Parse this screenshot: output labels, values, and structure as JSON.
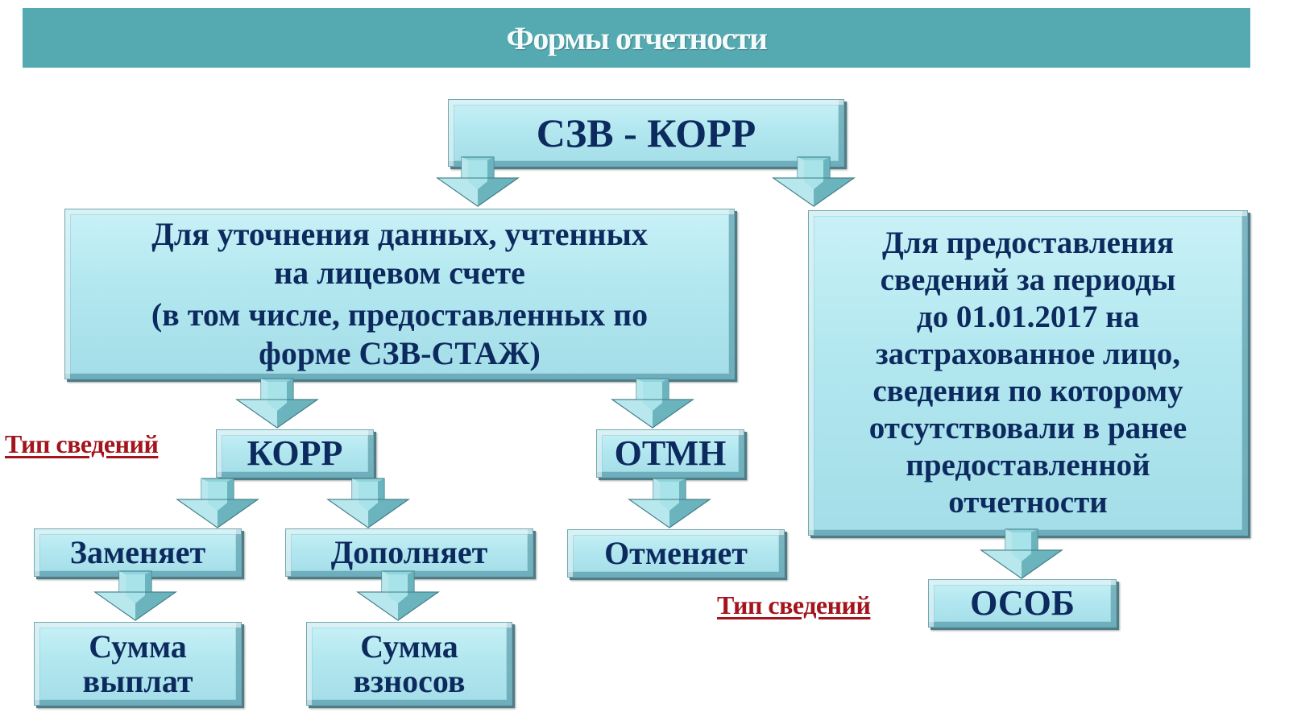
{
  "header": {
    "title": "Формы отчетности"
  },
  "diagram": {
    "root": {
      "label": "СЗВ - КОРР"
    },
    "left_branch": {
      "lines": [
        "Для уточнения данных, учтенных",
        "на лицевом счете",
        "(в том числе, предоставленных по",
        "форме СЗВ-СТАЖ)"
      ]
    },
    "right_branch": {
      "lines": [
        "Для предоставления",
        "сведений за периоды",
        "до 01.01.2017 на",
        "застрахованное лицо,",
        "сведения по которому",
        "отсутствовали в ранее",
        "предоставленной",
        "отчетности"
      ]
    },
    "type_label": "Тип сведений",
    "korr": {
      "label": "КОРР"
    },
    "otmn": {
      "label": "ОТМН"
    },
    "osob": {
      "label": "ОСОБ"
    },
    "zamenyaet": {
      "label": "Заменяет"
    },
    "dopolnyaet": {
      "label": "Дополняет"
    },
    "otmenyaet": {
      "label": "Отменяет"
    },
    "summa_vyplat": {
      "lines": [
        "Сумма",
        "выплат"
      ]
    },
    "summa_vznosov": {
      "lines": [
        "Сумма",
        "взносов"
      ]
    }
  },
  "colors": {
    "title_bar": "#55aab2",
    "box_fill": "#b2e7ef",
    "box_text": "#0d2a5e",
    "type_label": "#a3141c"
  }
}
